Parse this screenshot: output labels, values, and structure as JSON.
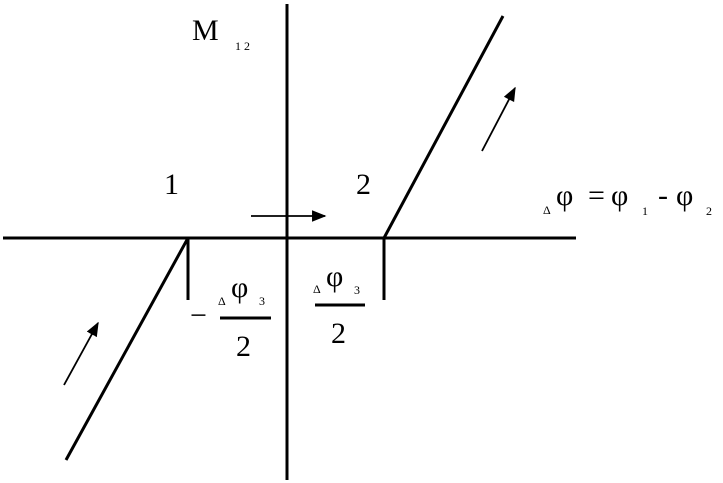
{
  "axis_y_label": {
    "main": "M",
    "sub": "1 2"
  },
  "region_labels": {
    "left": "1",
    "right": "2"
  },
  "axis_x_label": {
    "delta": "Δ",
    "phi": "φ",
    "equals": "=",
    "phi1": "φ",
    "sub1": "1",
    "minus": "-",
    "phi2": "φ",
    "sub2": "2"
  },
  "left_fraction": {
    "sign": "−",
    "delta": "Δ",
    "phi": "φ",
    "sub": "3",
    "denominator": "2"
  },
  "right_fraction": {
    "delta": "Δ",
    "phi": "φ",
    "sub": "3",
    "denominator": "2"
  }
}
